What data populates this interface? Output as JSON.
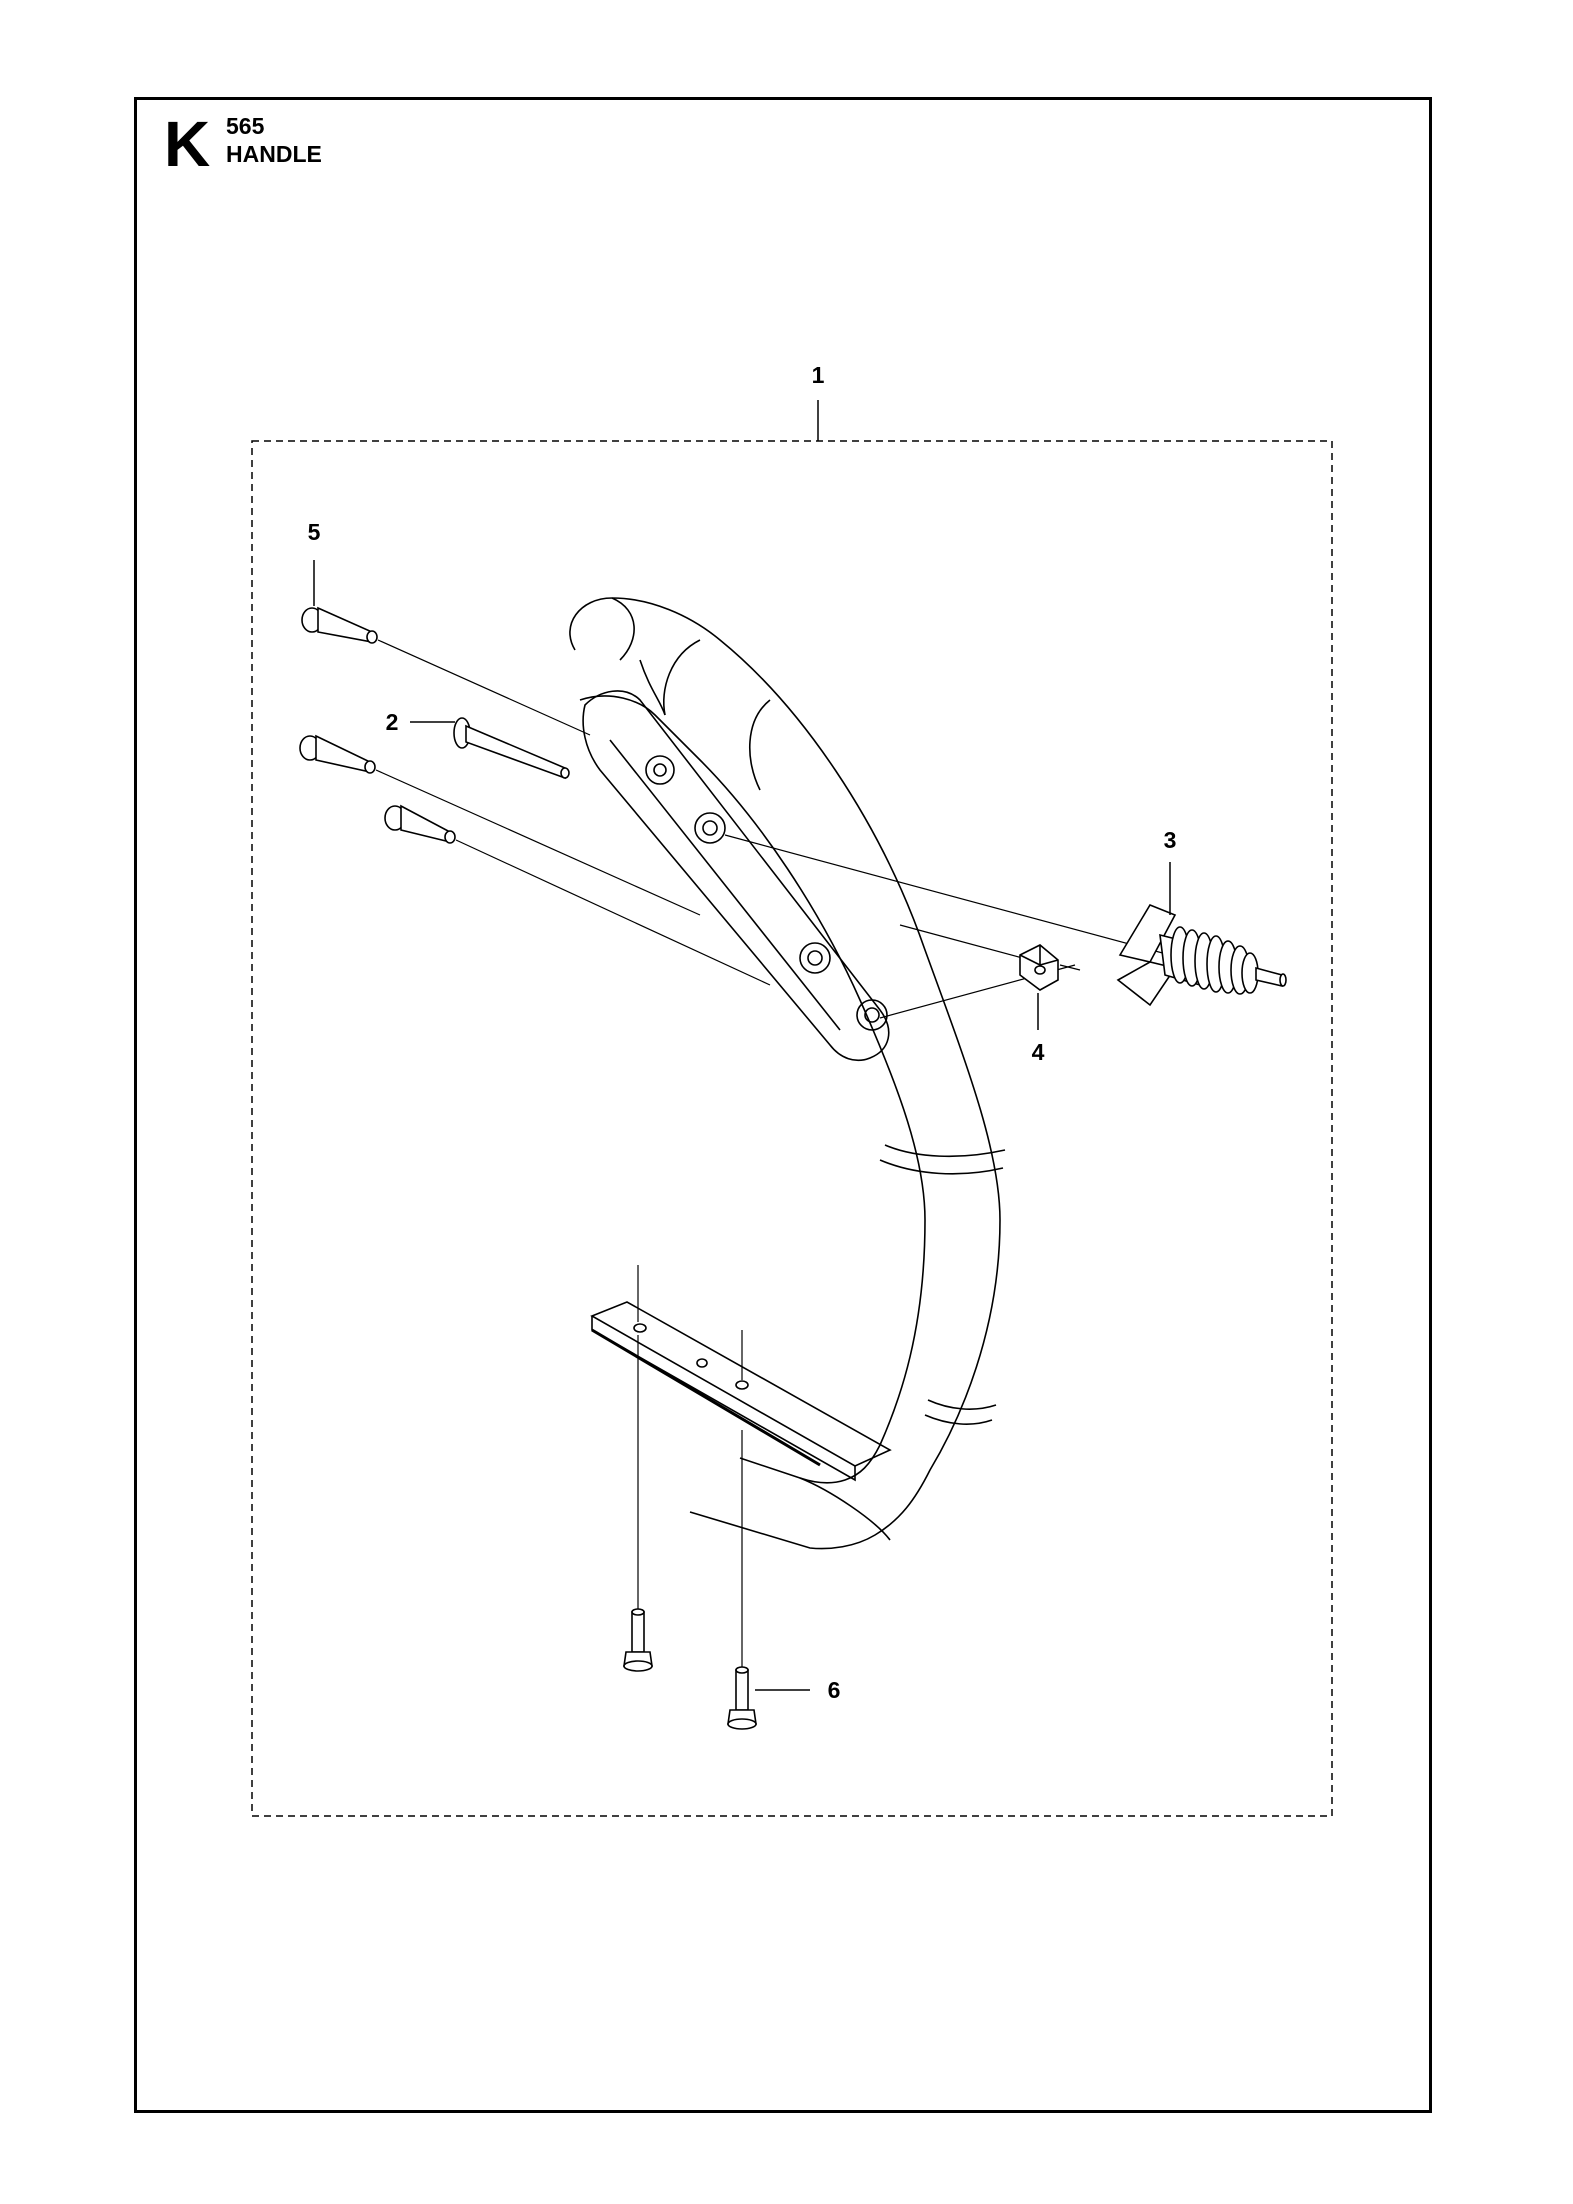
{
  "header": {
    "section_letter": "K",
    "model_number": "565",
    "title": "HANDLE"
  },
  "callouts": {
    "c1": "1",
    "c2": "2",
    "c3": "3",
    "c4": "4",
    "c5": "5",
    "c6": "6"
  },
  "colors": {
    "line": "#000000",
    "background": "#ffffff"
  }
}
